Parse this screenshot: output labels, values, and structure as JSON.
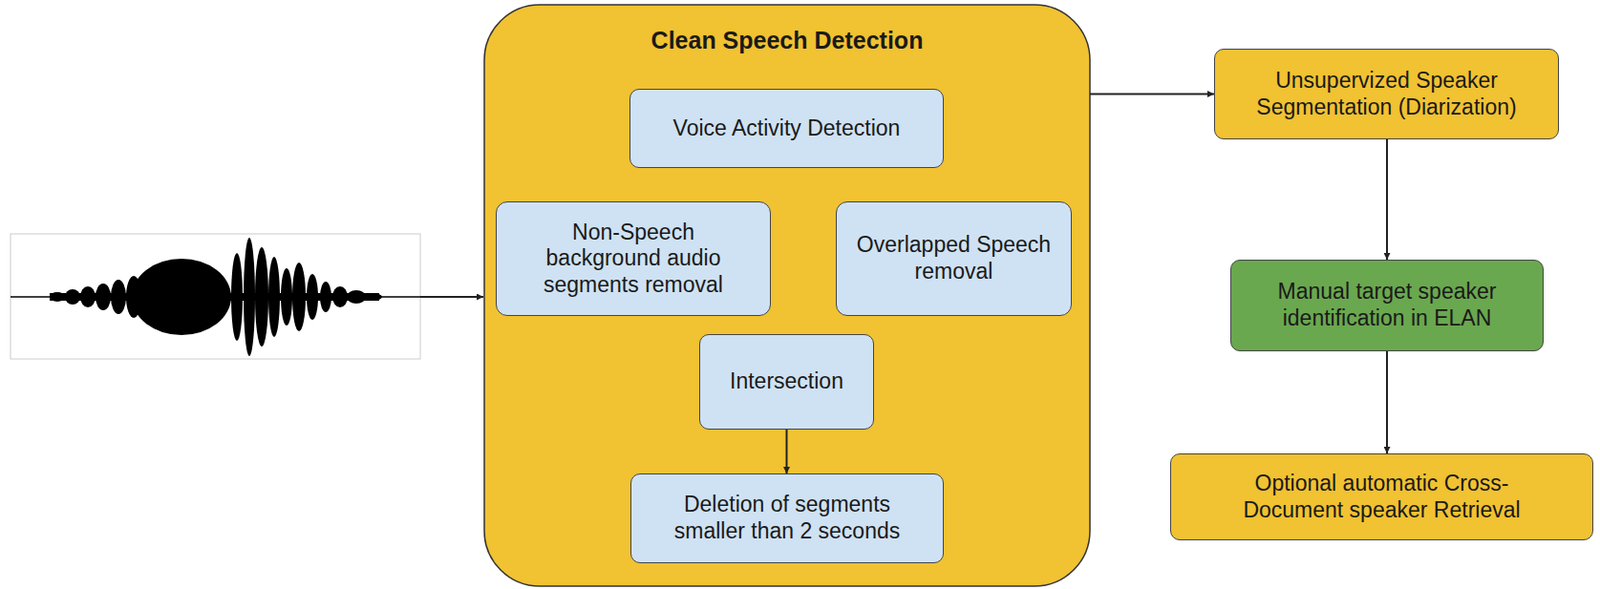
{
  "diagram": {
    "nodes": [
      {
        "text": [
          "Clean Speech Detection"
        ]
      },
      {
        "text": [
          "Voice Activity Detection"
        ],
        "in": 0
      },
      {
        "text": [
          "Non-Speech background audio segments removal"
        ],
        "in": 0
      },
      {
        "text": [
          "Overlapped Speech removal"
        ],
        "in": 0
      },
      {
        "text": [
          "Intersection"
        ],
        "in": 0
      },
      {
        "text": [
          "Deletion of segments smaller than 2 seconds"
        ],
        "in": 0
      },
      {
        "text": [
          "Unsupervized Speaker Segmentation (Diarization)"
        ]
      },
      {
        "text": [
          "Manual target speaker identification in ELAN"
        ]
      },
      {
        "text": [
          "Optional automatic Cross-Document speaker Retrieval"
        ]
      }
    ],
    "edges": [
      {
        "from": 4,
        "to": 5,
        "arrow": "to"
      },
      {
        "from": 0,
        "to": 6,
        "arrow": "to"
      },
      {
        "from": 6,
        "to": 7,
        "arrow": "to"
      },
      {
        "from": 7,
        "to": 8,
        "arrow": "to"
      }
    ]
  }
}
